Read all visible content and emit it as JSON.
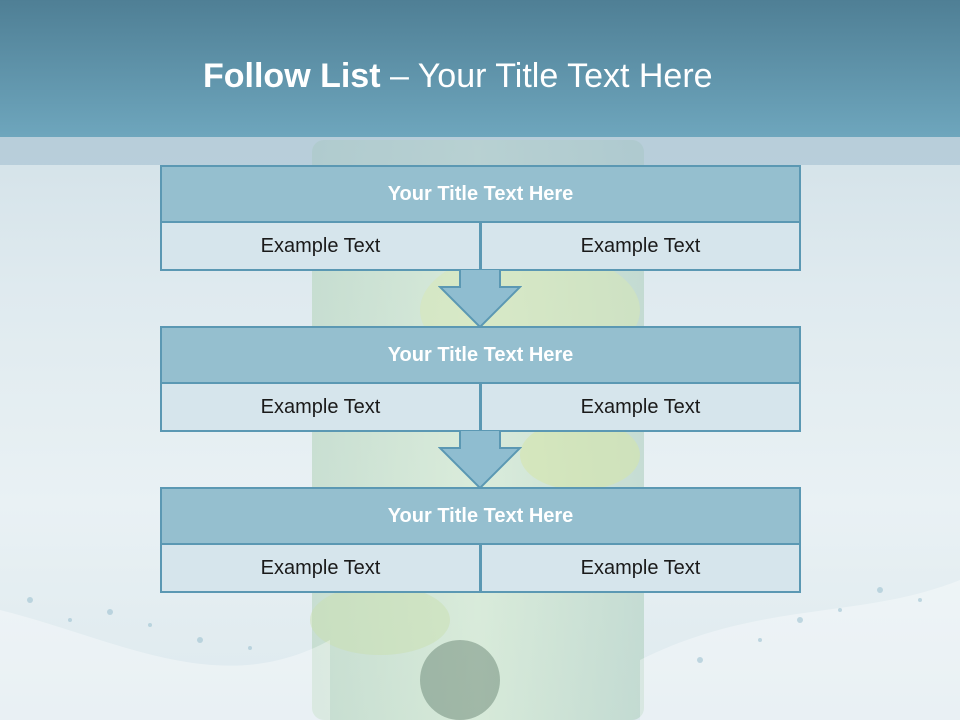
{
  "slide": {
    "title_strong": "Follow List",
    "title_rest": " – Your Title Text Here"
  },
  "steps": [
    {
      "title": "Your Title Text Here",
      "left": "Example Text",
      "right": "Example Text"
    },
    {
      "title": "Your Title Text Here",
      "left": "Example Text",
      "right": "Example Text"
    },
    {
      "title": "Your Title Text Here",
      "left": "Example Text",
      "right": "Example Text"
    }
  ],
  "colors": {
    "header": "#6ea6bd",
    "box_title_fill": "#95bfcf",
    "box_cell_fill": "#d6e5ec",
    "box_border": "#5b98b3",
    "arrow_fill": "#8fbdd0"
  }
}
